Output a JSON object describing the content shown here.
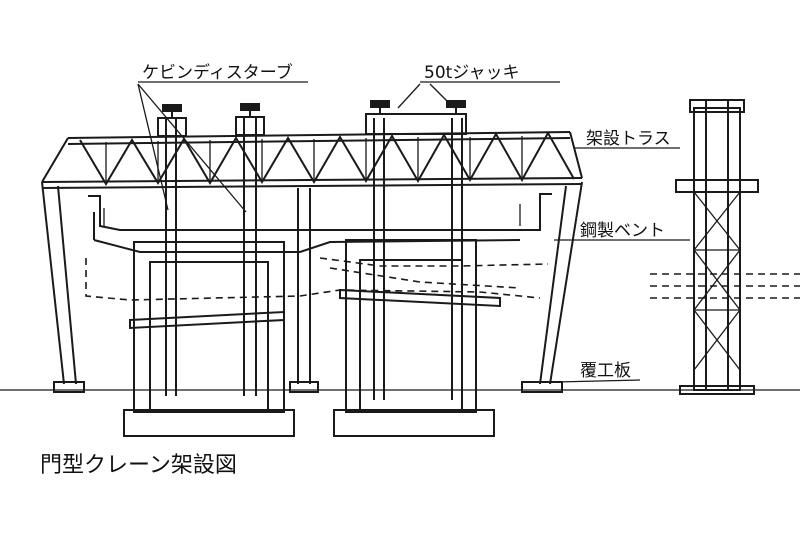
{
  "labels": {
    "cable": "ケビンディスターブ",
    "jack": "50tジャッキ",
    "truss": "架設トラス",
    "bent": "鋼製ベント",
    "plate": "覆工板"
  },
  "caption": "門型クレーン架設図"
}
